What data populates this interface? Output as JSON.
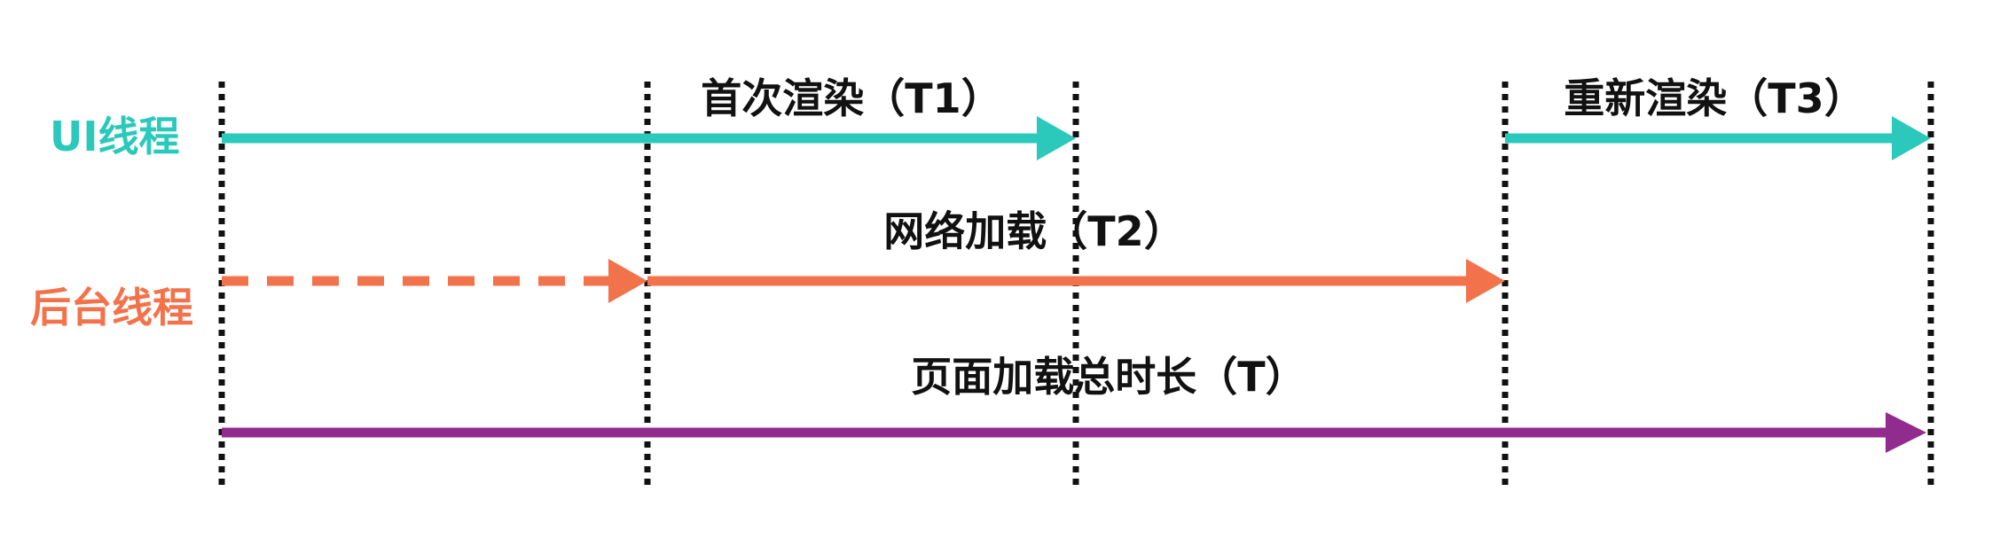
{
  "lanes": {
    "ui": {
      "label": "UI线程",
      "color": "#2bc9bb"
    },
    "background": {
      "label": "后台线程",
      "color": "#f2734b"
    },
    "total": {
      "color": "#922b8e"
    }
  },
  "spans": {
    "first_render": {
      "label": "首次渲染（T1）"
    },
    "network_load": {
      "label": "网络加载（T2）"
    },
    "rerender": {
      "label": "重新渲染（T3）"
    },
    "total_load": {
      "label": "页面加载总时长（T）"
    }
  },
  "line_color": "#111111"
}
